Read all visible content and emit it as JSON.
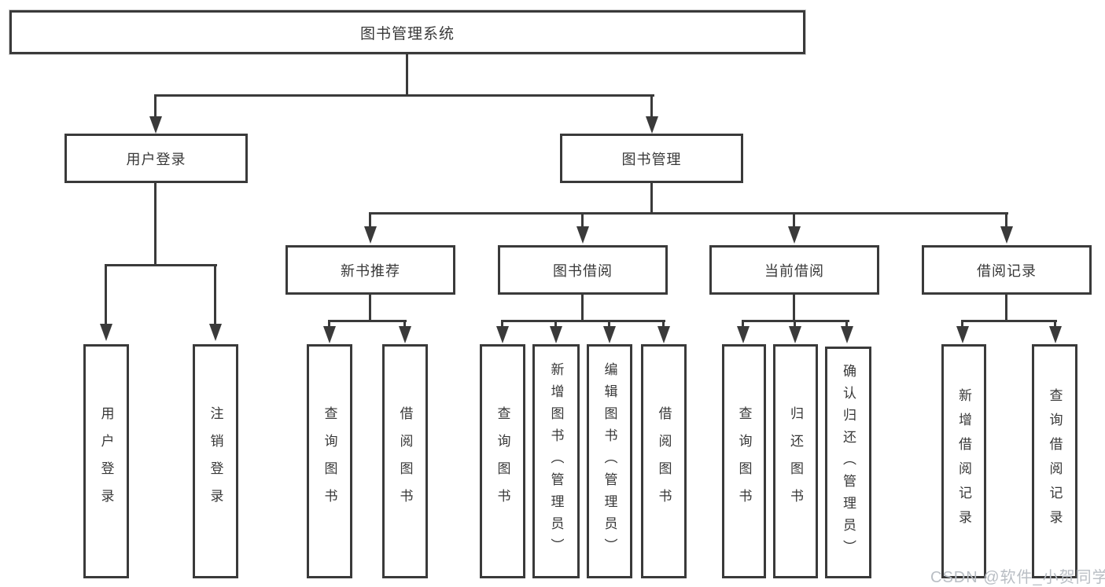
{
  "colors": {
    "line": "#3a3a3a",
    "text": "#383838",
    "watermark": "#b9bec4",
    "bg": "#ffffff"
  },
  "diagram": {
    "root": {
      "label": "图书管理系统"
    },
    "level2": [
      {
        "label": "用户登录"
      },
      {
        "label": "图书管理"
      }
    ],
    "level3": [
      {
        "label": "新书推荐"
      },
      {
        "label": "图书借阅"
      },
      {
        "label": "当前借阅"
      },
      {
        "label": "借阅记录"
      }
    ],
    "leaves": {
      "user_login": [
        "用户登录",
        "注销登录"
      ],
      "new_book_recommend": [
        "查询图书",
        "借阅图书"
      ],
      "book_borrow": [
        "查询图书",
        "新增图书（管理员）",
        "编辑图书（管理员）",
        "借阅图书"
      ],
      "current_borrow": [
        "查询图书",
        "归还图书",
        "确认归还（管理员）"
      ],
      "borrow_records": [
        "新增借阅记录",
        "查询借阅记录"
      ]
    }
  },
  "watermark": {
    "text": "CSDN @软件_小贺同学"
  }
}
